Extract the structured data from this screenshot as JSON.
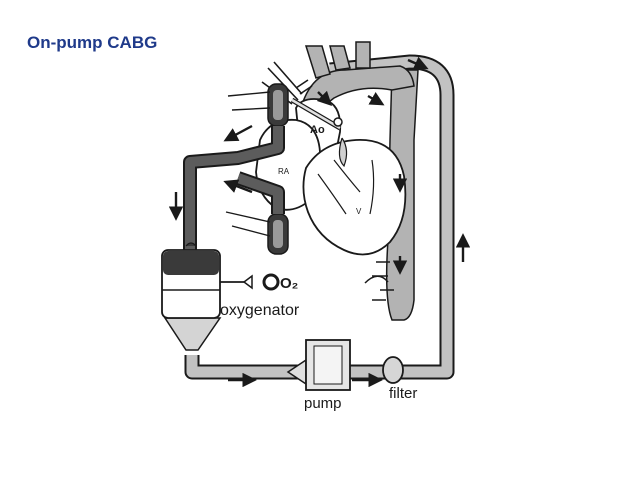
{
  "slide": {
    "title": "On-pump CABG",
    "colors": {
      "title": "#1f3a8a",
      "tube": "#bdbdbd",
      "dark": "#4a4a4a"
    }
  },
  "diagram": {
    "labels": {
      "ao": "Ao",
      "ra": "RA",
      "v": "V",
      "o2": "O₂",
      "oxygenator": "oxygenator",
      "pump": "pump",
      "filter": "filter"
    }
  }
}
